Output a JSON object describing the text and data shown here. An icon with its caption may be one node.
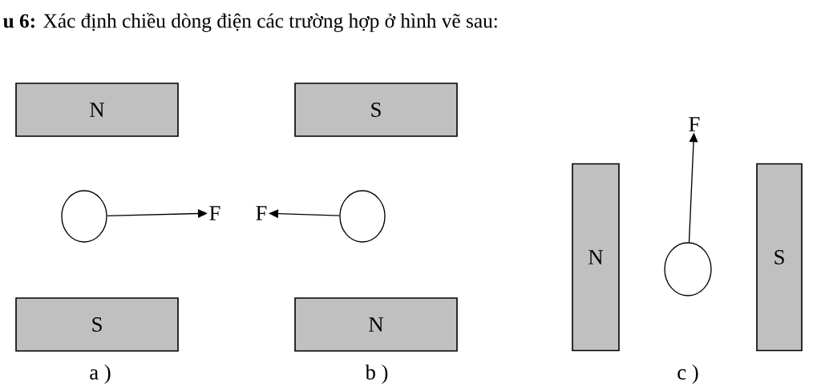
{
  "diagram": {
    "title": "**u 6:** Xác định chiều dòng điện các trường hợp ở hình vẽ sau:",
    "nodes": [
      {
        "text": [
          "N"
        ]
      },
      {
        "text": [],
        "shape": "circle"
      },
      {
        "text": [
          "F"
        ]
      },
      {
        "text": [
          "S"
        ]
      },
      {
        "text": [
          "S"
        ]
      },
      {
        "text": [
          "F"
        ]
      },
      {
        "text": [],
        "shape": "circle"
      },
      {
        "text": [
          "N"
        ]
      },
      {
        "text": [
          "F"
        ]
      },
      {
        "text": [
          "N"
        ]
      },
      {
        "text": [],
        "shape": "circle"
      },
      {
        "text": [
          "S"
        ]
      }
    ],
    "edges": [
      {
        "from": 1,
        "to": 2,
        "arrow": "to"
      },
      {
        "from": 6,
        "to": 5,
        "arrow": "to"
      },
      {
        "from": 10,
        "to": 8,
        "arrow": "to"
      }
    ],
    "labels": [
      "a )",
      "b )",
      "c )"
    ]
  }
}
